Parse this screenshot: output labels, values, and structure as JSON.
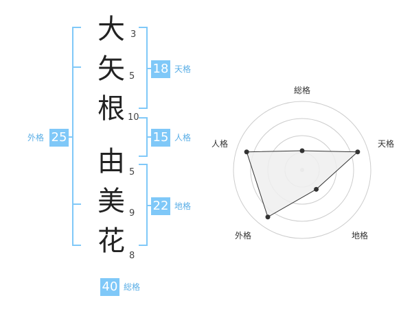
{
  "name": {
    "characters": [
      {
        "char": "大",
        "strokes": "3"
      },
      {
        "char": "矢",
        "strokes": "5"
      },
      {
        "char": "根",
        "strokes": "10"
      },
      {
        "char": "由",
        "strokes": "5"
      },
      {
        "char": "美",
        "strokes": "9"
      },
      {
        "char": "花",
        "strokes": "8"
      }
    ]
  },
  "fortunes": {
    "tenkaku": {
      "value": "18",
      "label": "天格"
    },
    "jinkaku": {
      "value": "15",
      "label": "人格"
    },
    "chikaku": {
      "value": "22",
      "label": "地格"
    },
    "gaikaku": {
      "value": "25",
      "label": "外格"
    },
    "soukaku": {
      "value": "40",
      "label": "総格"
    }
  },
  "chart_data": {
    "type": "radar",
    "axes": [
      "総格",
      "天格",
      "地格",
      "外格",
      "人格"
    ],
    "values": [
      0.28,
      0.85,
      0.35,
      0.85,
      0.85
    ],
    "rings": 4,
    "colors": {
      "fill": "#eeeeee",
      "line": "#333333",
      "ring": "#cccccc"
    }
  },
  "colors": {
    "accent": "#7fc8f8",
    "bracket": "#7fc8f8"
  }
}
